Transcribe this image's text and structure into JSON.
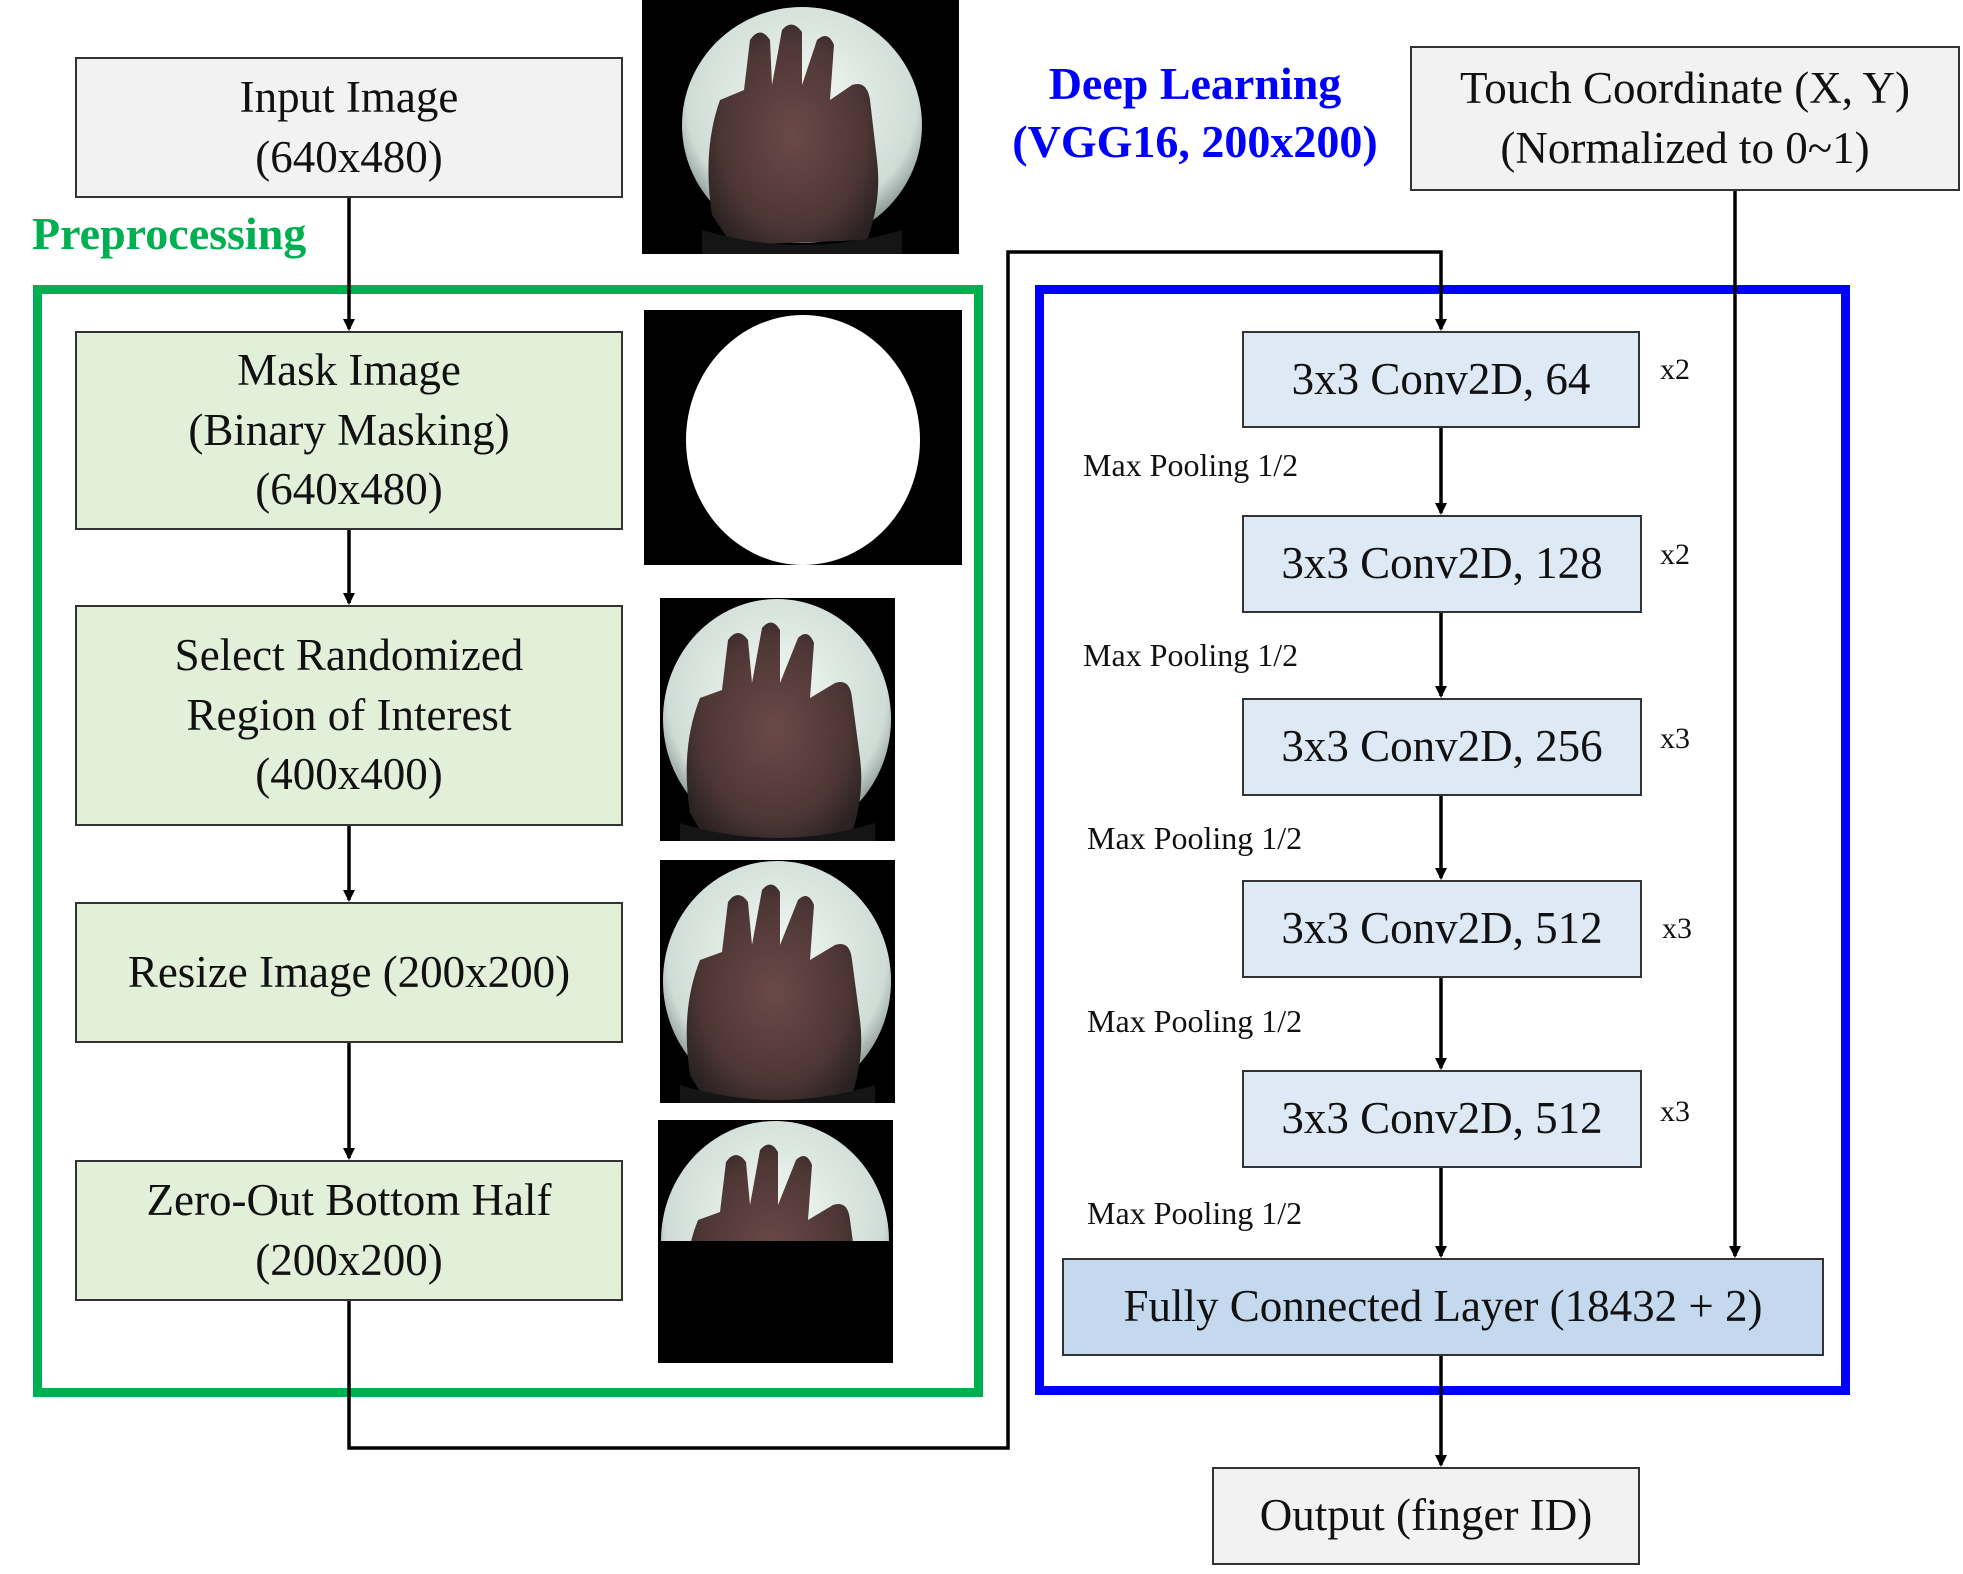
{
  "input": {
    "title": "Input Image",
    "size": "(640x480)"
  },
  "preprocessing": {
    "heading": "Preprocessing",
    "steps": [
      {
        "lines": [
          "Mask Image",
          "(Binary Masking)",
          "(640x480)"
        ]
      },
      {
        "lines": [
          "Select Randomized",
          "Region of Interest",
          "(400x400)"
        ]
      },
      {
        "lines": [
          "Resize Image (200x200)"
        ]
      },
      {
        "lines": [
          "Zero-Out Bottom Half",
          "(200x200)"
        ]
      }
    ]
  },
  "deep_learning": {
    "heading_line1": "Deep Learning",
    "heading_line2": "(VGG16, 200x200)",
    "layers": [
      {
        "label": "3x3 Conv2D, 64",
        "repeat": "x2"
      },
      {
        "label": "3x3 Conv2D, 128",
        "repeat": "x2"
      },
      {
        "label": "3x3 Conv2D, 256",
        "repeat": "x3"
      },
      {
        "label": "3x3 Conv2D, 512",
        "repeat": "x3"
      },
      {
        "label": "3x3 Conv2D, 512",
        "repeat": "x3"
      }
    ],
    "pooling_label": "Max Pooling 1/2",
    "fc_label": "Fully Connected Layer (18432 + 2)"
  },
  "touch": {
    "line1": "Touch Coordinate (X, Y)",
    "line2": "(Normalized to 0~1)"
  },
  "output": {
    "label": "Output (finger ID)"
  },
  "colors": {
    "preprocessing_frame": "#00b050",
    "deep_learning_frame": "#0000ff"
  },
  "images": [
    "fisheye-hand-image",
    "binary-mask-image",
    "roi-hand-image",
    "resized-hand-image",
    "zeroed-bottom-hand-image"
  ]
}
